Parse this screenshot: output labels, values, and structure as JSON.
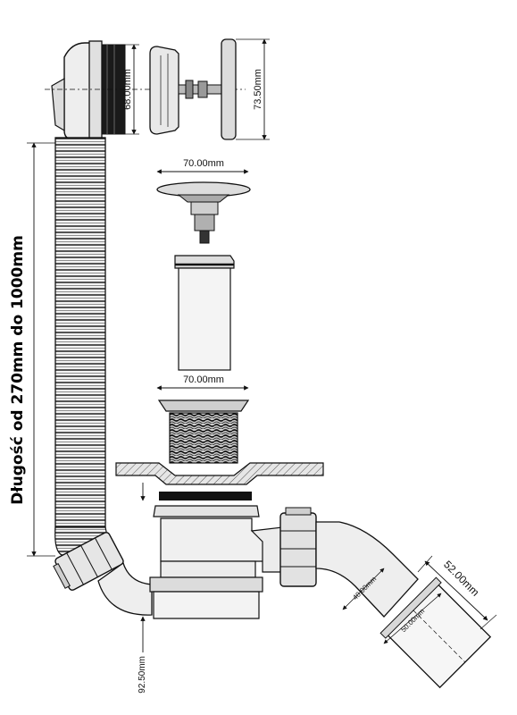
{
  "diagram": {
    "length_label": "Długość od 270mm do 1000mm",
    "dimensions": {
      "overflow_height": "68.00mm",
      "overflow_cover": "73.50mm",
      "plug_top_diameter": "70.00mm",
      "waste_flange_diameter": "70.00mm",
      "inner_tube": "40.00mm",
      "outer_tube": "50.00mm",
      "outlet_diameter": "52.00mm",
      "trap_height": "92.50mm"
    },
    "colors": {
      "line": "#111111",
      "metal_light": "#d8d8d8",
      "metal_mid": "#a9a9a9",
      "dark": "#1a1a1a"
    }
  }
}
